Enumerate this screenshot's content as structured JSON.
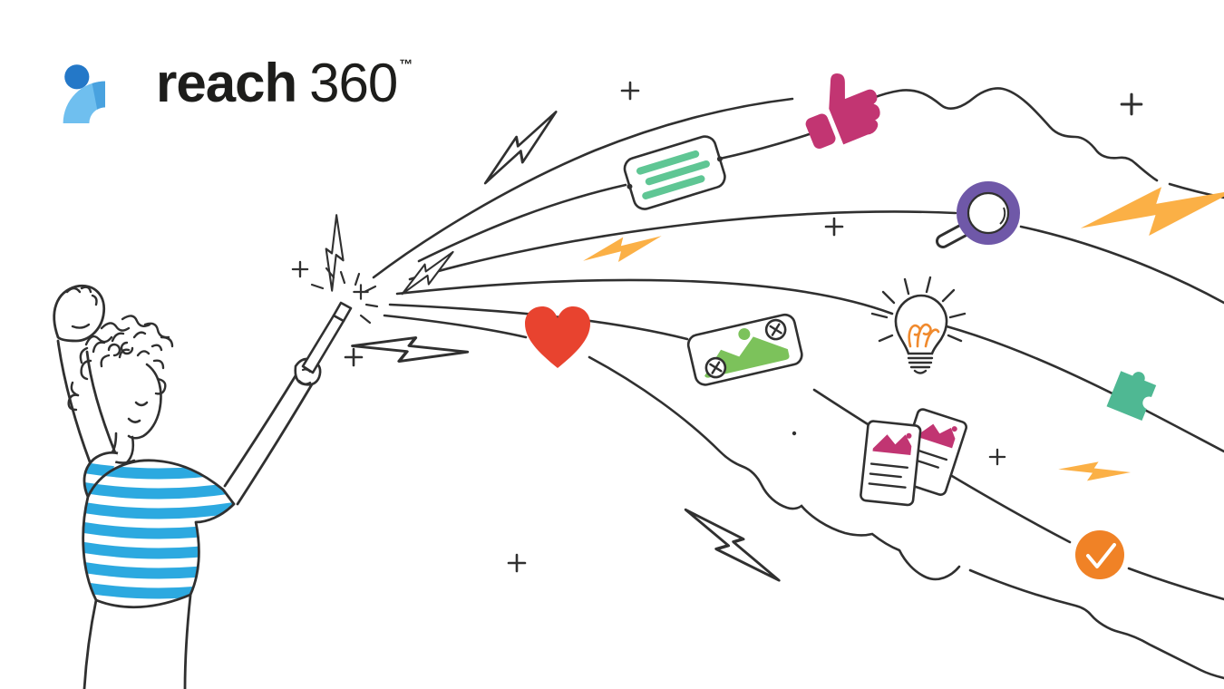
{
  "brand": {
    "logo_text": "reach",
    "logo_number": "360",
    "trademark": "™",
    "mark": {
      "dot_color": "#2478C8",
      "swoosh_color": "#6FBFEF",
      "swoosh_accent_color": "#49A2DF"
    }
  },
  "illustration": {
    "description": "Line-art person waving a magic wand that releases a cloud-shaped swoosh filled with engagement icons",
    "person": {
      "style": "black line art",
      "shirt_stripe_color": "#2CA9E0"
    },
    "line_color": "#303030",
    "icons": [
      {
        "name": "thumbs-up-icon",
        "color": "#C23572"
      },
      {
        "name": "text-card-icon",
        "line_color": "#5FC694"
      },
      {
        "name": "magnifier-icon",
        "ring_color": "#6F58A8"
      },
      {
        "name": "lightning-small-orange-icon",
        "color": "#FBB046"
      },
      {
        "name": "lightning-large-yellow-icon",
        "color": "#FBB046"
      },
      {
        "name": "lightning-mid-orange-icon",
        "color": "#FBB046"
      },
      {
        "name": "heart-icon",
        "color": "#E8432F"
      },
      {
        "name": "image-card-icon",
        "graphic_color": "#7CC25B"
      },
      {
        "name": "lightbulb-icon",
        "filament_color": "#F08A2E"
      },
      {
        "name": "puzzle-icon",
        "color": "#4FB893"
      },
      {
        "name": "report-cards-icon",
        "graphic_color": "#C13572"
      },
      {
        "name": "check-circle-icon",
        "color": "#F08226"
      },
      {
        "name": "outline-lightning-icons",
        "count": 5,
        "color": "#303030"
      }
    ],
    "plus_marks": 8
  }
}
